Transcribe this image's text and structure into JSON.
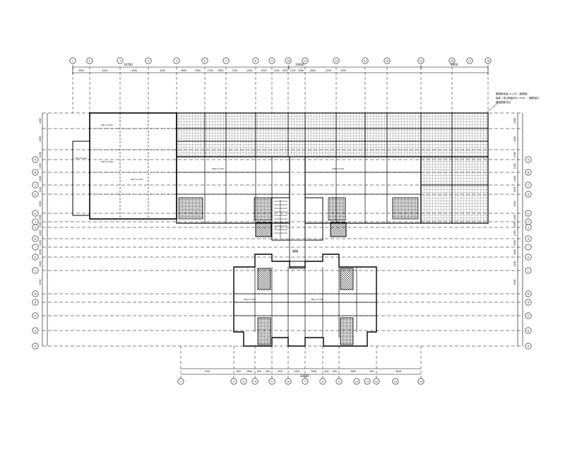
{
  "drawing": {
    "notes": [
      "屋面板标高 h=120（屋面板）",
      "板厚（未注明者为h=100），钢筋双向",
      "楼板配筋详见"
    ],
    "top_overall_dims": [
      "34700",
      "33600",
      "9900"
    ],
    "top_dims": [
      "3900",
      "4200",
      "4200",
      "4200",
      "2600",
      "3300",
      "1700",
      "2600",
      "3700",
      "2400",
      "2200",
      "2200",
      "2400",
      "1700",
      "3300",
      "2600",
      "3200",
      "3200"
    ],
    "top_axes": [
      "1",
      "2",
      "3",
      "4",
      "5",
      "6",
      "7",
      "8",
      "9",
      "10",
      "11",
      "12",
      "13",
      "14",
      "15",
      "16",
      "17",
      "18"
    ],
    "bottom_dims": [
      "7400",
      "600",
      "2600",
      "800",
      "900",
      "2300",
      "2300",
      "2600",
      "800",
      "900",
      "2600",
      "600",
      "6400"
    ],
    "bottom_overall_dim": "33600",
    "bottom_axes": [
      "1",
      "2",
      "3",
      "4",
      "5",
      "6",
      "7",
      "8",
      "9",
      "10",
      "11",
      "12",
      "13",
      "14"
    ],
    "left_dims": [
      "4200",
      "2400",
      "2100",
      "1200",
      "2400",
      "1200",
      "1500",
      "1200",
      "1500",
      "2400",
      "1200",
      "2400",
      "1200",
      "1500"
    ],
    "right_dims": [
      "4200",
      "2400",
      "2100",
      "1200",
      "2400",
      "1200",
      "1500",
      "1200",
      "1500",
      "2400",
      "1200",
      "2400",
      "1200",
      "1500"
    ],
    "row_axes": [
      "A",
      "B",
      "C",
      "D",
      "E",
      "F",
      "G",
      "H",
      "J",
      "K",
      "L",
      "M",
      "N",
      "P",
      "Q",
      "R"
    ],
    "slab_labels": [
      "LB1 h=100",
      "LB2 h=100",
      "LB3 h=100",
      "LB4 h=120",
      "LB5 h=100"
    ],
    "stair_label": "楼梯"
  }
}
